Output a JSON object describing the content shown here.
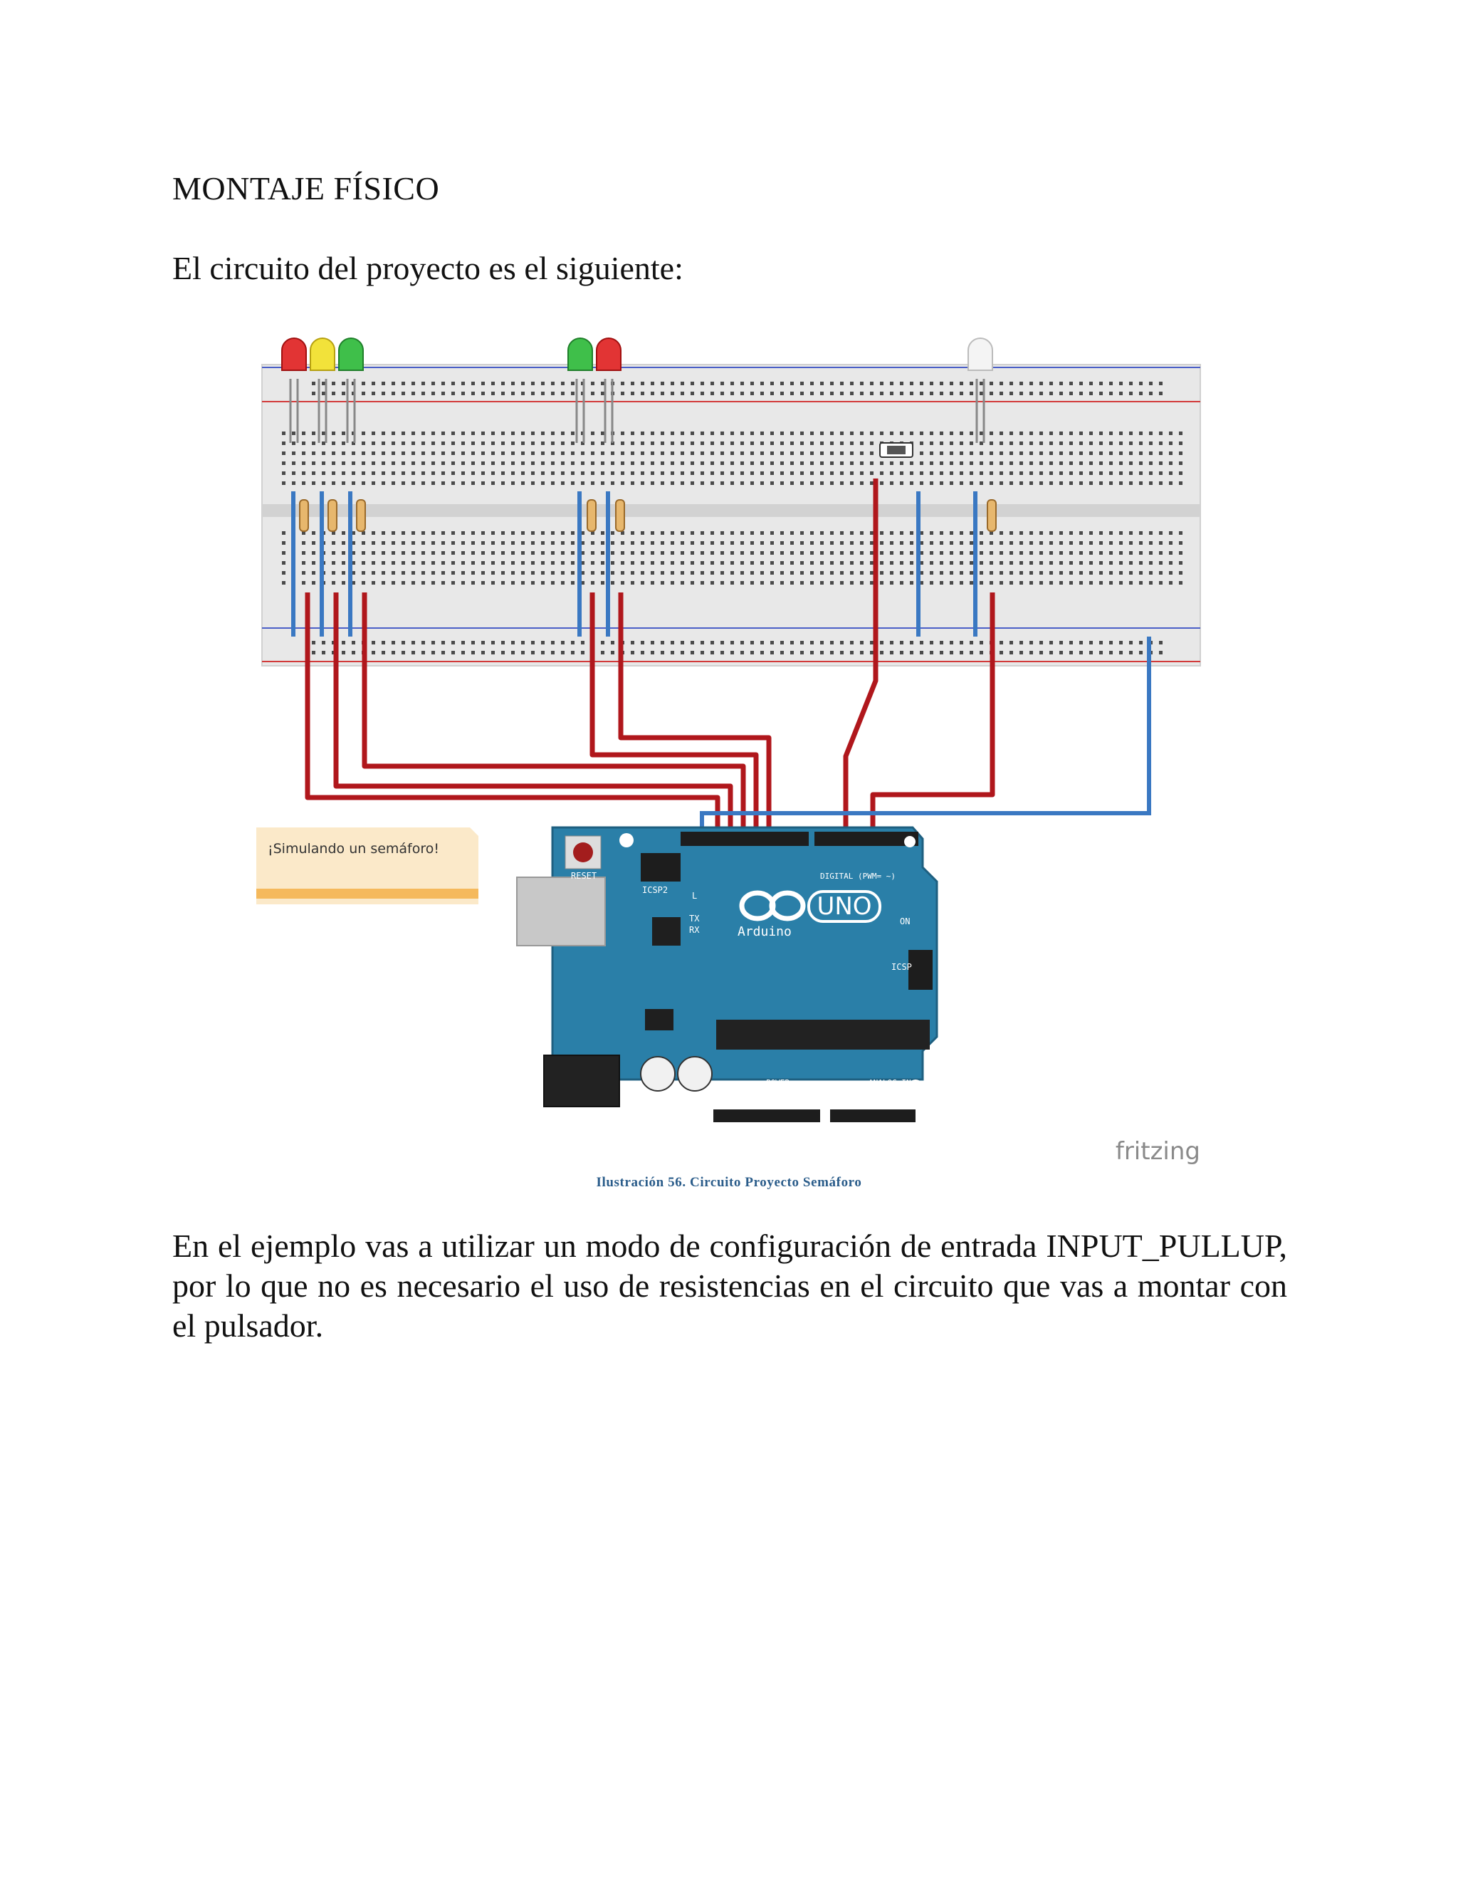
{
  "heading": "MONTAJE FÍSICO",
  "intro": "El circuito del proyecto es el siguiente:",
  "figure": {
    "note_label": "¡Simulando un semáforo!",
    "watermark": "fritzing",
    "board_logo": "UNO",
    "board_brand": "Arduino",
    "reset_label": "RESET",
    "icsp2_label": "ICSP2",
    "icsp_label": "ICSP",
    "on_label": "ON",
    "l_label": "L",
    "tx_label": "TX",
    "rx_label": "RX",
    "digital_label": "DIGITAL (PWM= ~)",
    "power_label": "POWER",
    "analog_label": "ANALOG IN"
  },
  "caption": "Ilustración 56. Circuito Proyecto Semáforo",
  "body_text": "En el ejemplo vas a utilizar un modo de configuración de entrada INPUT_PULLUP, por lo que no es necesario el uso de resistencias en el circuito que vas a montar con el pulsador.",
  "colors": {
    "wire_red": "#b0171c",
    "wire_blue": "#3a78c2",
    "board_blue": "#2a7fa8",
    "caption_blue": "#2a5c8a"
  }
}
